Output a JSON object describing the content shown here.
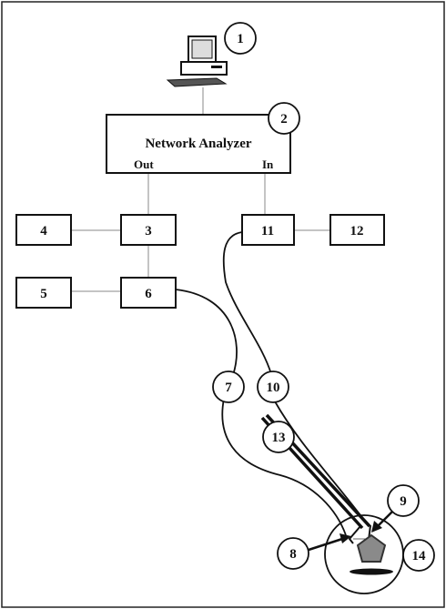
{
  "analyzer": {
    "title": "Network Analyzer",
    "out_label": "Out",
    "in_label": "In"
  },
  "labels": {
    "computer": "1",
    "analyzer": "2",
    "box3": "3",
    "box4": "4",
    "box5": "5",
    "box6": "6",
    "cable7": "7",
    "tip8": "8",
    "tip9": "9",
    "cable10": "10",
    "box11": "11",
    "box12": "12",
    "probe13": "13",
    "sample14": "14"
  },
  "colors": {
    "line": "#111111",
    "connector": "#888888",
    "sample_fill": "#8a8a8a"
  },
  "icons": {
    "computer": "computer-icon",
    "sample": "pentagon-sample-icon"
  }
}
